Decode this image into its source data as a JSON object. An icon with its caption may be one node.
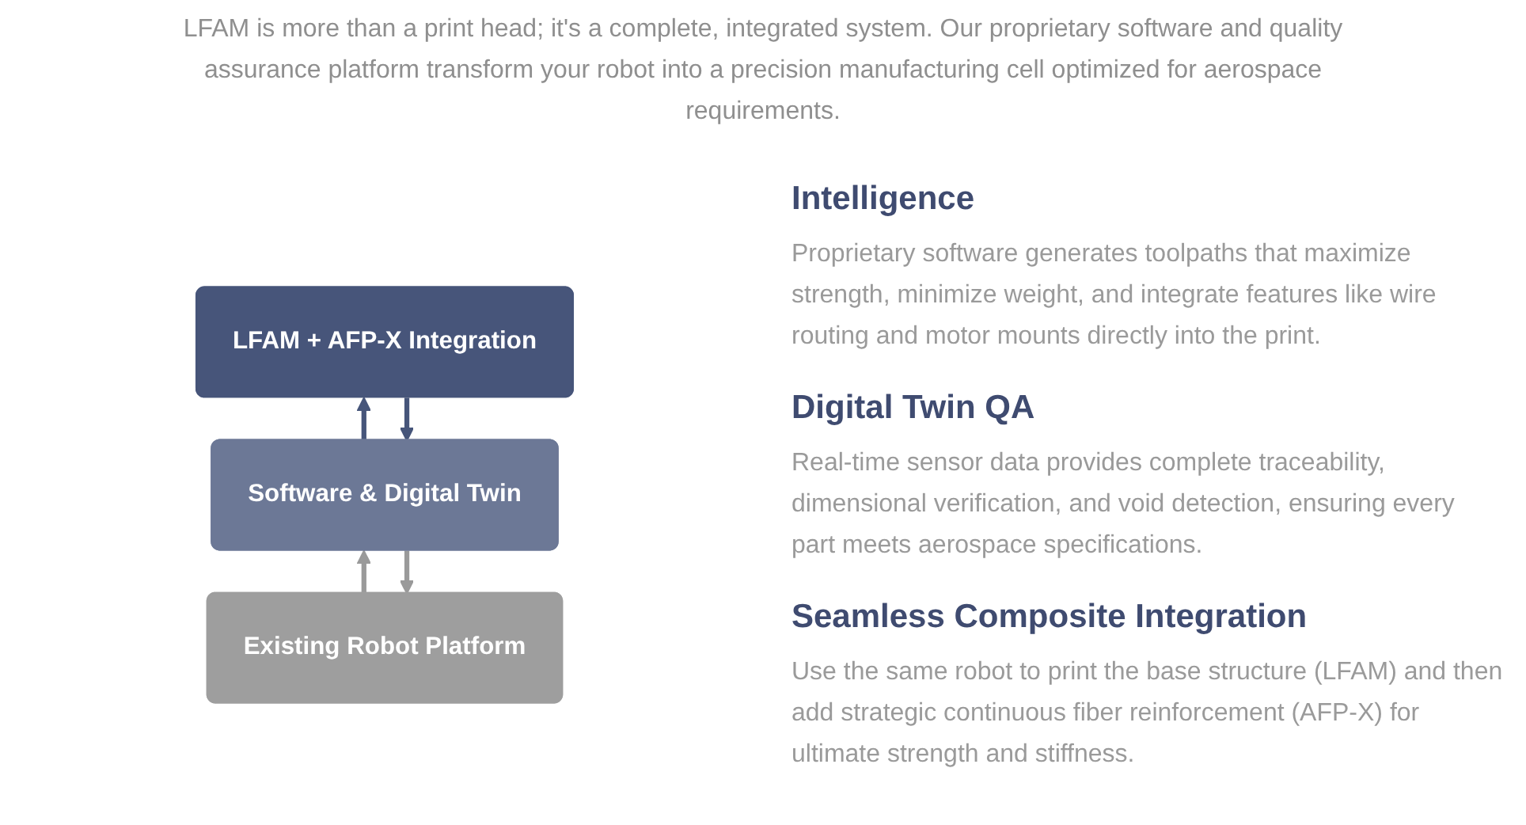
{
  "diagram": {
    "nodes": [
      {
        "text": [
          "LFAM + AFP-X Integration"
        ]
      },
      {
        "text": [
          "Software & Digital Twin"
        ]
      },
      {
        "text": [
          "Existing Robot Platform"
        ]
      }
    ],
    "edges": [
      {
        "from": 1,
        "to": 0,
        "arrow": "to",
        "color": "#46557a"
      },
      {
        "from": 0,
        "to": 1,
        "arrow": "to",
        "color": "#46557a"
      },
      {
        "from": 2,
        "to": 1,
        "arrow": "to",
        "color": "#9a9a9a"
      },
      {
        "from": 1,
        "to": 2,
        "arrow": "to",
        "color": "#9a9a9a"
      }
    ],
    "labels": [
      "LFAM is more than a print head; it's a complete, integrated system. Our proprietary software and quality assurance platform transform your robot into a precision manufacturing cell optimized for aerospace requirements.",
      "Intelligence",
      "Proprietary software generates toolpaths that maximize strength, minimize weight, and integrate features like wire routing and motor mounts directly into the print.",
      "Digital Twin QA",
      "Real-time sensor data provides complete traceability, dimensional verification, and void detection, ensuring every part meets aerospace specifications.",
      "Seamless Composite Integration",
      "Use the same robot to print the base structure (LFAM) and then add strategic continuous fiber reinforcement (AFP-X) for ultimate strength and stiffness."
    ]
  }
}
